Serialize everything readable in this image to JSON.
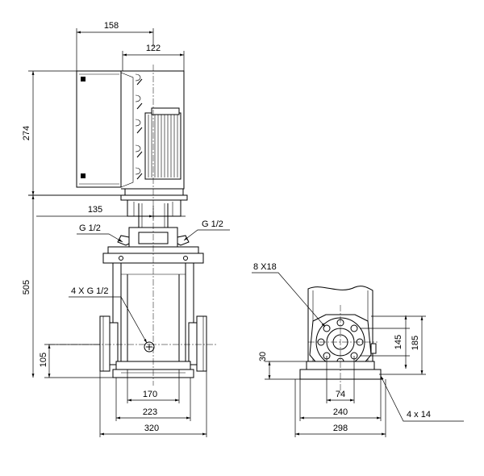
{
  "dimensions": {
    "width_top": "158",
    "width_motor": "122",
    "height_motor": "274",
    "offset_135": "135",
    "height_505": "505",
    "height_105": "105",
    "port_left": "G 1/2",
    "port_right": "G 1/2",
    "ports_side": "4 X G 1/2",
    "base_170": "170",
    "base_223": "223",
    "base_320": "320",
    "bolts_label": "8 X18",
    "dim_145": "145",
    "dim_185": "185",
    "dim_30": "30",
    "dim_74": "74",
    "dim_240": "240",
    "dim_298": "298",
    "holes_label": "4  x  14"
  }
}
